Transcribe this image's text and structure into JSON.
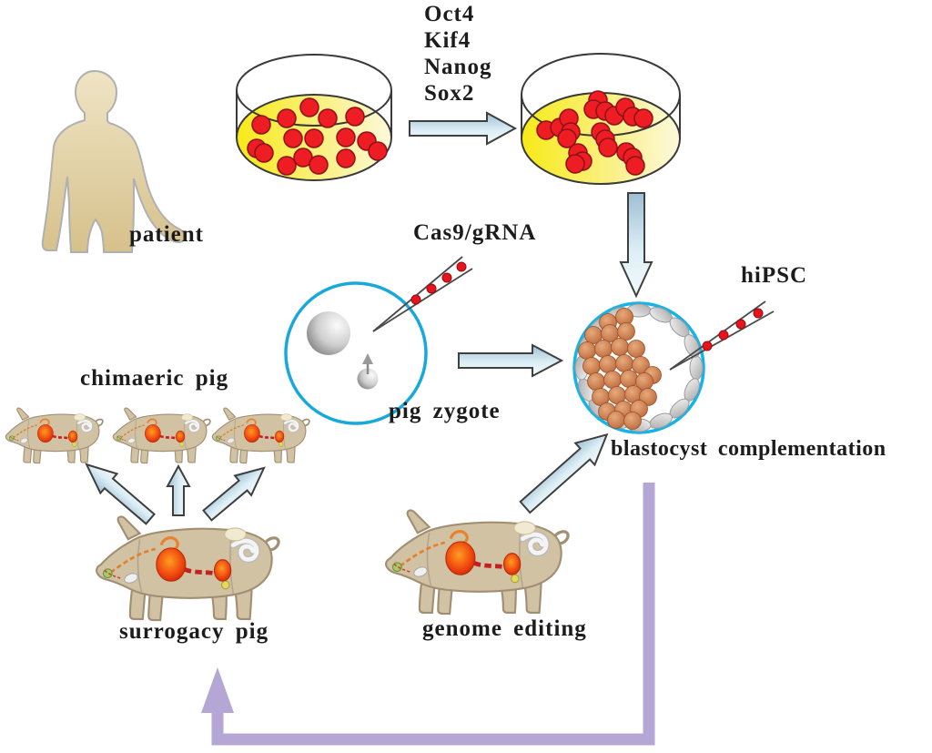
{
  "diagram": {
    "patient_label": "patient",
    "reprogramming_factors": [
      "Oct4",
      "Kif4",
      "Nanog",
      "Sox2"
    ],
    "cas9_label": "Cas9/gRNA",
    "zygote_label": "pig zygote",
    "hipsc_label": "hiPSC",
    "blastocyst_label": "blastocyst complementation",
    "chimaeric_label": "chimaeric pig",
    "surrogacy_label": "surrogacy pig",
    "genome_editing_label": "genome editing"
  },
  "colors": {
    "cell_red": "#ee1c23",
    "medium_yellow": "#f8ea16",
    "arrow_blue_dark": "#9dbfd3",
    "arrow_blue_light": "#f3fafc",
    "feedback_purple": "#b4a7d5",
    "embryo_border_cyan": "#18a8dc",
    "ipsc_orange": "#c06a3c",
    "pig_body_tan": "#d2c2a4",
    "patient_skin": "#e3d3a8"
  }
}
